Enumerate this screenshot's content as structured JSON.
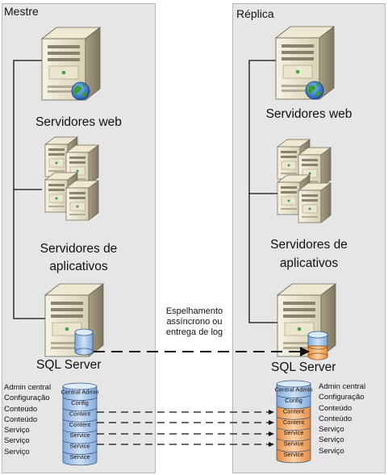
{
  "left": {
    "title": "Mestre",
    "web_label": "Servidores web",
    "app_label_1": "Servidores de",
    "app_label_2": "aplicativos",
    "sql_label": "SQL Server",
    "db_labels": [
      "Admin central",
      "Configuração",
      "Conteúdo",
      "Conteúdo",
      "Serviço",
      "Serviço",
      "Serviço"
    ],
    "stack_layers": [
      "Central Admin",
      "Config",
      "Content",
      "Content",
      "Service",
      "Service",
      "Service"
    ]
  },
  "right": {
    "title": "Réplica",
    "web_label": "Servidores web",
    "app_label_1": "Servidores de",
    "app_label_2": "aplicativos",
    "sql_label": "SQL Server",
    "db_labels": [
      "Admin central",
      "Configuração",
      "Conteúdo",
      "Conteúdo",
      "Serviço",
      "Serviço",
      "Serviço"
    ],
    "stack_layers": [
      "Central Admin",
      "Config",
      "Content",
      "Content",
      "Service",
      "Service",
      "Service"
    ]
  },
  "mirror": {
    "line1": "Espelhamento",
    "line2": "assíncrono ou",
    "line3": "entrega de log"
  },
  "colors": {
    "panel": "#e6e6e6",
    "db_blue": "#a8c8ec",
    "db_orange": "#f3a561",
    "db_green": "#9fd39a"
  }
}
